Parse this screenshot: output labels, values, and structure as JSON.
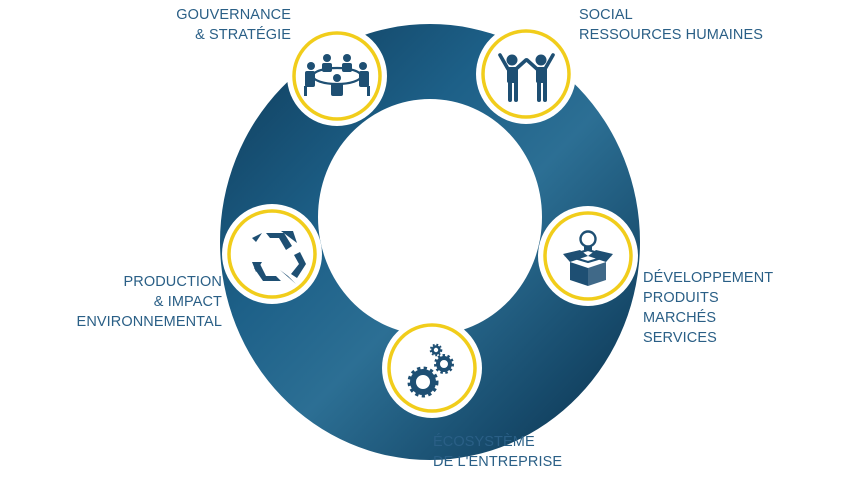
{
  "colors": {
    "ring_dark": "#0b3552",
    "ring_mid": "#1a5a80",
    "ring_light": "#2f7396",
    "node_border": "#f1cd1b",
    "icon": "#1e4f73",
    "label": "#2a5f86"
  },
  "nodes": [
    {
      "id": "governance",
      "icon": "meeting-table-icon",
      "label_lines": [
        "GOUVERNANCE",
        "& STRATÉGIE"
      ]
    },
    {
      "id": "social",
      "icon": "people-cheering-icon",
      "label_lines": [
        "SOCIAL",
        "RESSOURCES HUMAINES"
      ]
    },
    {
      "id": "development",
      "icon": "lightbulb-box-icon",
      "label_lines": [
        "DÉVELOPPEMENT",
        "PRODUITS",
        "MARCHÉS",
        "SERVICES"
      ]
    },
    {
      "id": "ecosystem",
      "icon": "gears-icon",
      "label_lines": [
        "ÉCOSYSTÈME",
        "DE L'ENTREPRISE"
      ]
    },
    {
      "id": "production",
      "icon": "recycle-icon",
      "label_lines": [
        "PRODUCTION",
        "& IMPACT",
        "ENVIRONNEMENTAL"
      ]
    }
  ]
}
